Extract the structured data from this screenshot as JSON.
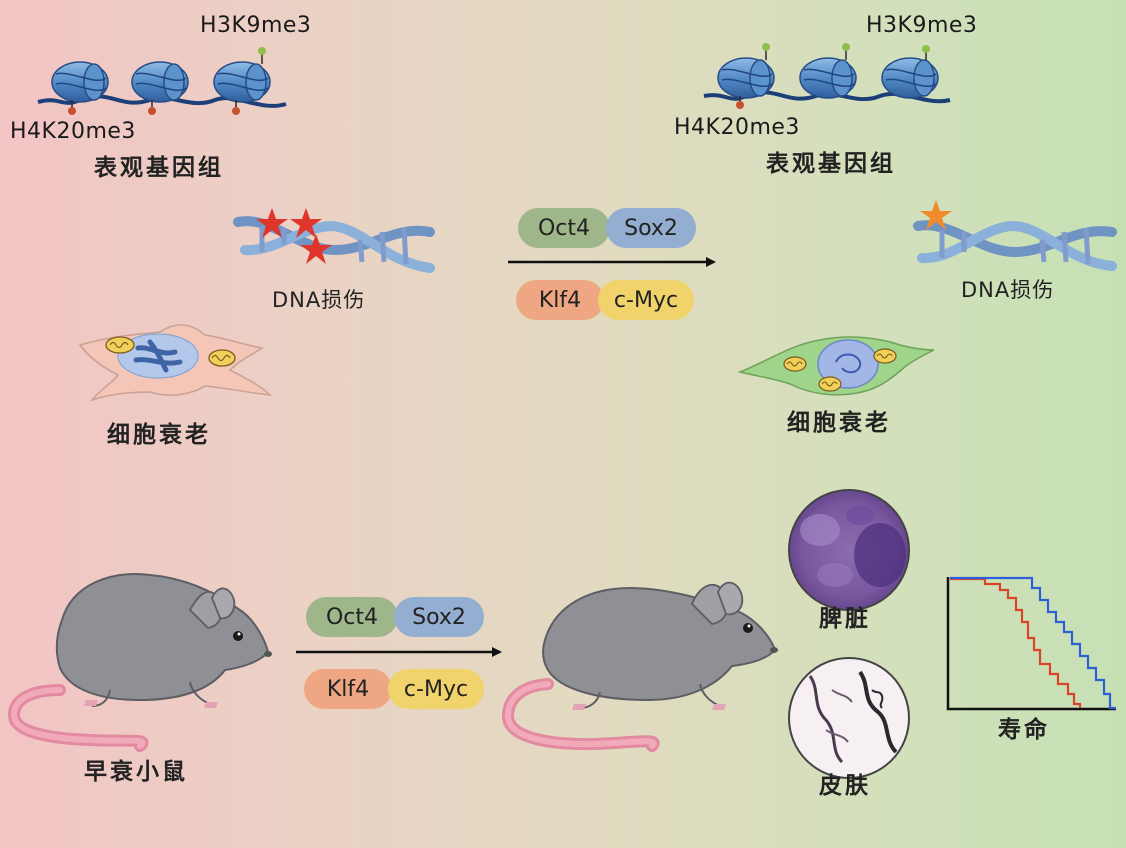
{
  "top_left": {
    "mark_top": "H3K9me3",
    "mark_bottom": "H4K20me3",
    "epigenome": "表观基因组",
    "dna_damage": "DNA损伤",
    "senescence": "细胞衰老"
  },
  "top_right": {
    "mark_top": "H3K9me3",
    "mark_bottom": "H4K20me3",
    "epigenome": "表观基因组",
    "dna_damage": "DNA损伤",
    "senescence": "细胞衰老"
  },
  "factors_top": {
    "oct4": "Oct4",
    "sox2": "Sox2",
    "klf4": "Klf4",
    "cmyc": "c-Myc"
  },
  "factors_bottom": {
    "oct4": "Oct4",
    "sox2": "Sox2",
    "klf4": "Klf4",
    "cmyc": "c-Myc"
  },
  "mouse_left_label": "早衰小鼠",
  "spleen_label": "脾脏",
  "skin_label": "皮肤",
  "lifespan_label": "寿命",
  "colors": {
    "nucleosome": "#5a8fc9",
    "methyl_green": "#8fbf4a",
    "methyl_red": "#c8502e",
    "star_red": "#e0352b",
    "star_orange": "#f08a2a",
    "survival_red": "#d9452a",
    "survival_blue": "#2d5fd6"
  }
}
